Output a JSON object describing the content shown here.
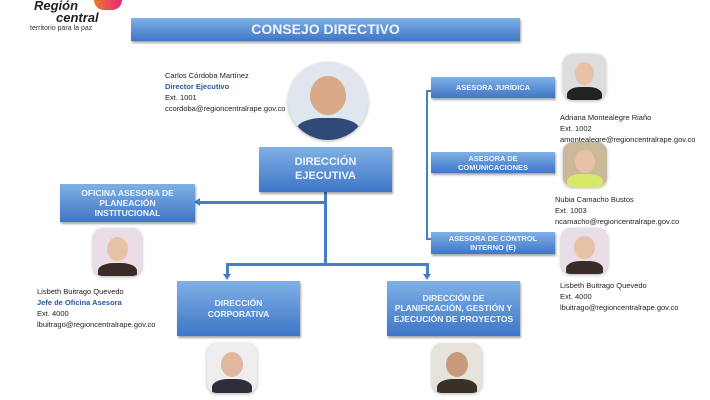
{
  "logo": {
    "line1": "Región",
    "line2": "central",
    "tagline": "territorio para la paz"
  },
  "consejo": "CONSEJO DIRECTIVO",
  "direccion_ejecutiva": {
    "label": "DIRECCIÓN EJECUTIVA",
    "name": "Carlos Córdoba Martínez",
    "role": "Director Ejecutivo",
    "ext": "Ext. 1001",
    "email": "ccordoba@regioncentralrape.gov.co"
  },
  "oficina_planeacion": {
    "label": "OFICINA ASESORA DE PLANEACIÓN INSTITUCIONAL",
    "name": "Lisbeth Buitrago Quevedo",
    "role": "Jefe de Oficina Asesora",
    "ext": "Ext. 4000",
    "email": "lbuitrago@regioncentralrape.gov.co"
  },
  "asesoras": [
    {
      "label": "ASESORA JURÍDICA",
      "name": "Adriana Montealegre Riaño",
      "ext": "Ext. 1002",
      "email": "amontealegre@regioncentralrape.gov.co"
    },
    {
      "label": "ASESORA DE COMUNICACIONES",
      "name": "Nubia Camacho Bustos",
      "ext": "Ext. 1003",
      "email": "ncamacho@regioncentralrape.gov.co"
    },
    {
      "label": "ASESORA DE CONTROL INTERNO (E)",
      "name": "Lisbeth Buitrago Quevedo",
      "ext": "Ext. 4000",
      "email": "lbuitrago@regioncentralrape.gov.co"
    }
  ],
  "direccion_corporativa": "DIRECCIÓN CORPORATIVA",
  "direccion_planificacion": "DIRECCIÓN DE PLANIFICACIÓN, GESTIÓN Y EJECUCIÓN DE PROYECTOS",
  "colors": {
    "box_top": "#7fb0e6",
    "box_bottom": "#3f76c6",
    "line": "#4a7ec4",
    "role": "#2a55a0"
  }
}
